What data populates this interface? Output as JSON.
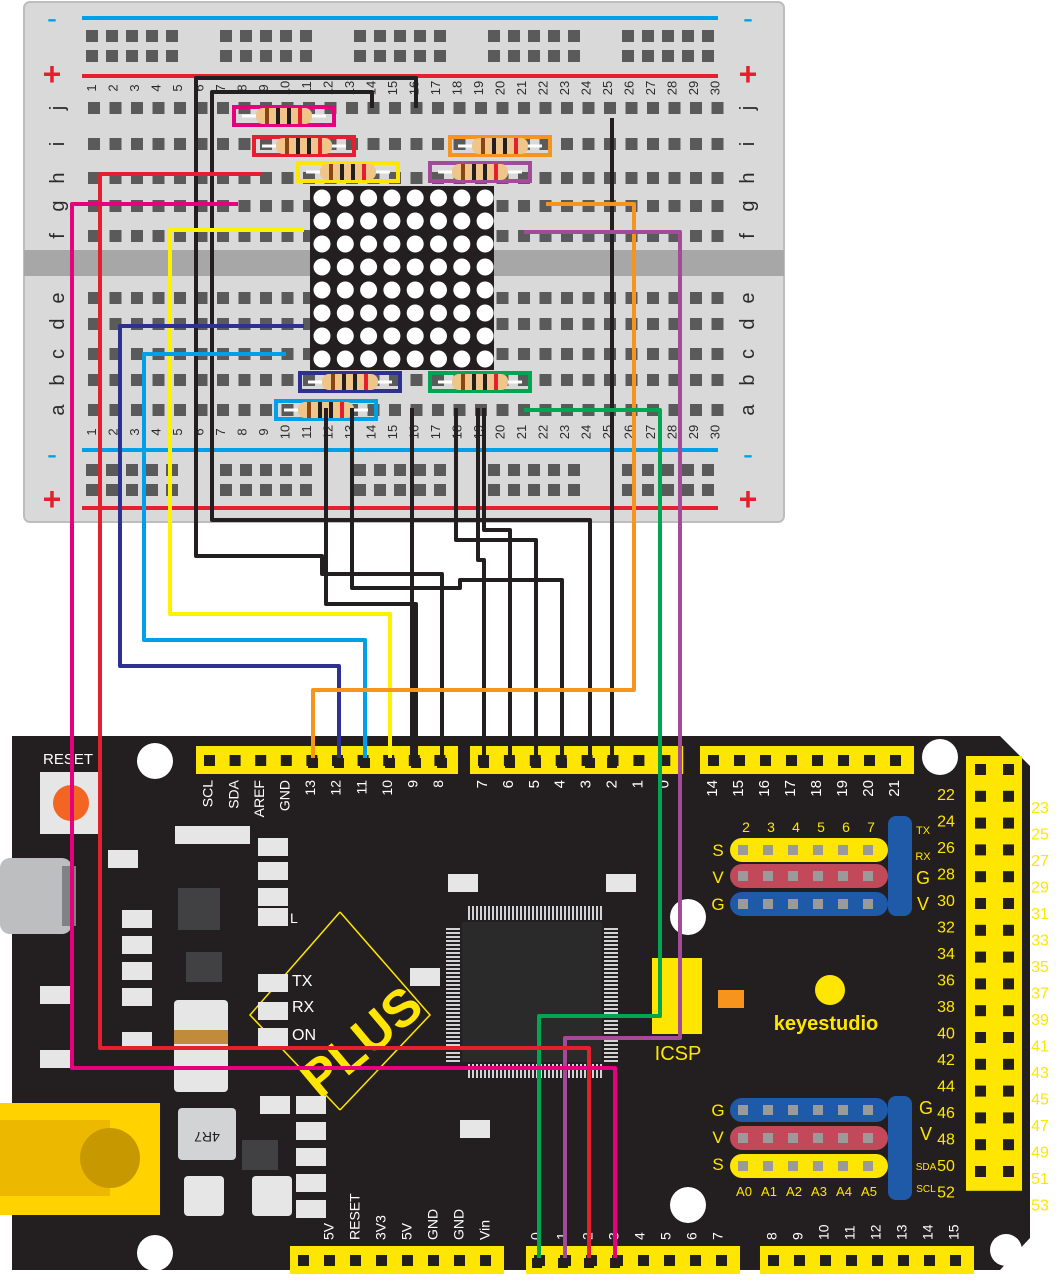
{
  "breadboard": {
    "minus_label": "-",
    "plus_label": "+",
    "row_letters_top": [
      "j",
      "i",
      "h",
      "g",
      "f"
    ],
    "row_letters_bottom": [
      "e",
      "d",
      "c",
      "b",
      "a"
    ],
    "column_numbers": [
      "1",
      "2",
      "3",
      "4",
      "5",
      "6",
      "7",
      "8",
      "9",
      "10",
      "11",
      "12",
      "13",
      "14",
      "15",
      "16",
      "17",
      "18",
      "19",
      "20",
      "21",
      "22",
      "23",
      "24",
      "25",
      "26",
      "27",
      "28",
      "29",
      "30"
    ]
  },
  "board": {
    "reset_label": "RESET",
    "logo_text": "keyestudio",
    "plus_text": "PLUS",
    "icsp_label": "ICSP",
    "inductor_text": "4R7",
    "led_labels": [
      "L",
      "TX",
      "RX",
      "ON"
    ],
    "top_header_left": [
      "SCL",
      "SDA",
      "AREF",
      "GND",
      "13",
      "12",
      "11",
      "10",
      "9",
      "8"
    ],
    "top_header_right": [
      "7",
      "6",
      "5",
      "4",
      "3",
      "2",
      "1",
      "0"
    ],
    "top_header_comm": [
      "14",
      "15",
      "16",
      "17",
      "18",
      "19",
      "20",
      "21"
    ],
    "right_header_left": [
      "22",
      "24",
      "26",
      "28",
      "30",
      "32",
      "34",
      "36",
      "38",
      "40",
      "42",
      "44",
      "46",
      "48",
      "50",
      "52"
    ],
    "right_header_right": [
      "23",
      "25",
      "27",
      "29",
      "31",
      "33",
      "35",
      "37",
      "39",
      "41",
      "43",
      "45",
      "47",
      "49",
      "51",
      "53"
    ],
    "pwm_block_numbers": [
      "2",
      "3",
      "4",
      "5",
      "6",
      "7"
    ],
    "pwm_row_labels": [
      "S",
      "V",
      "G"
    ],
    "pwm_side_labels": [
      "TX",
      "RX",
      "G",
      "V"
    ],
    "analog_row_labels": [
      "G",
      "V",
      "S"
    ],
    "analog_block_numbers": [
      "A0",
      "A1",
      "A2",
      "A3",
      "A4",
      "A5"
    ],
    "analog_side_labels": [
      "G",
      "V",
      "SDA",
      "SCL"
    ],
    "power_header": [
      "5V",
      "RESET",
      "3V3",
      "5V",
      "GND",
      "GND",
      "Vin"
    ],
    "bottom_digital": [
      "0",
      "1",
      "2",
      "3",
      "4",
      "5",
      "6",
      "7",
      "8",
      "9",
      "10",
      "11",
      "12",
      "13",
      "14",
      "15"
    ]
  },
  "colors": {
    "board": "#231f20",
    "header": "#ffe600",
    "breadboard": "#d9d9d9",
    "wire_black": "#231f20",
    "wire_red": "#e5202e",
    "wire_pink": "#e6007e",
    "wire_yellow": "#fff200",
    "wire_blue": "#2e3192",
    "wire_cyan": "#00a0e9",
    "wire_orange": "#f7941d",
    "wire_purple": "#a44a9a",
    "wire_green": "#00a651"
  }
}
